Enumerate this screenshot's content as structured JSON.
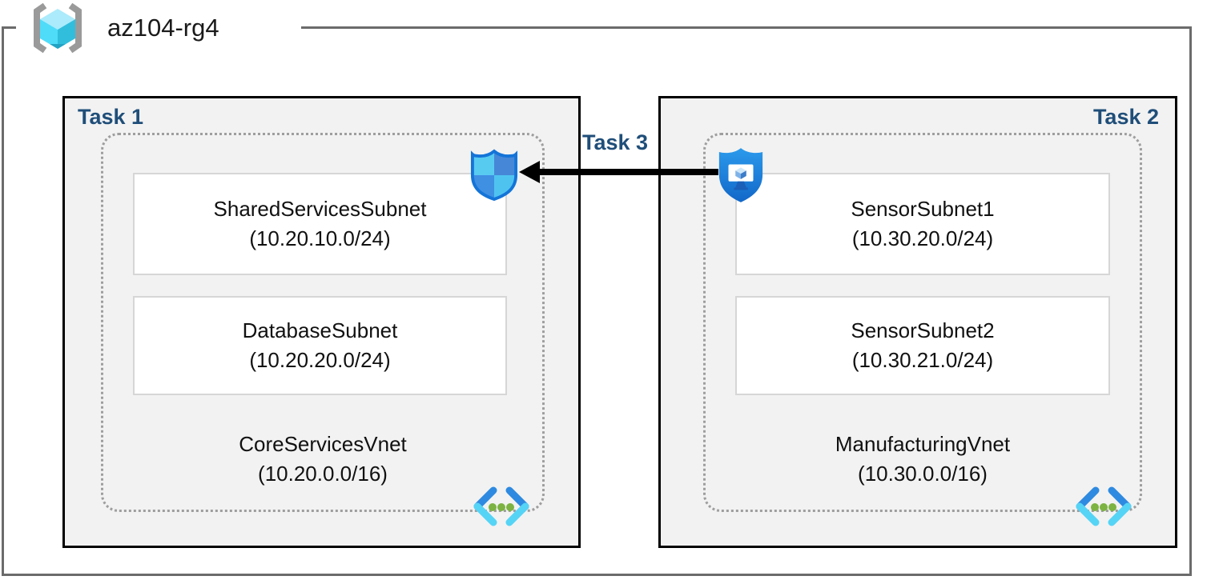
{
  "header": {
    "resource_group_name": "az104-rg4"
  },
  "task1": {
    "label": "Task 1",
    "subnets": [
      {
        "name": "SharedServicesSubnet",
        "cidr": "(10.20.10.0/24)"
      },
      {
        "name": "DatabaseSubnet",
        "cidr": "(10.20.20.0/24)"
      }
    ],
    "vnet": {
      "name": "CoreServicesVnet",
      "cidr": "(10.20.0.0/16)"
    }
  },
  "task2": {
    "label": "Task 2",
    "subnets": [
      {
        "name": "SensorSubnet1",
        "cidr": "(10.30.20.0/24)"
      },
      {
        "name": "SensorSubnet2",
        "cidr": "(10.30.21.0/24)"
      }
    ],
    "vnet": {
      "name": "ManufacturingVnet",
      "cidr": "(10.30.0.0/16)"
    }
  },
  "connection": {
    "label": "Task 3",
    "direction": "right-to-left"
  },
  "icons": {
    "resource_group": "azure-resource-group-icon",
    "nsg": "network-security-group-shield-icon",
    "bastion": "bastion-shield-monitor-icon",
    "vnet": "virtual-network-brackets-icon"
  },
  "colors": {
    "task_label": "#1F4E79",
    "box_fill": "#F2F2F2",
    "box_border": "#000000",
    "outer_border": "#6B6B6B",
    "dotted_border": "#9E9E9E",
    "subnet_border": "#D6D6D6",
    "arrow": "#000000",
    "nsg_light": "#58CBF1",
    "nsg_dark": "#4687D7",
    "bastion_blue": "#1E7FDD",
    "vnet_green_dots": "#7CB342"
  }
}
